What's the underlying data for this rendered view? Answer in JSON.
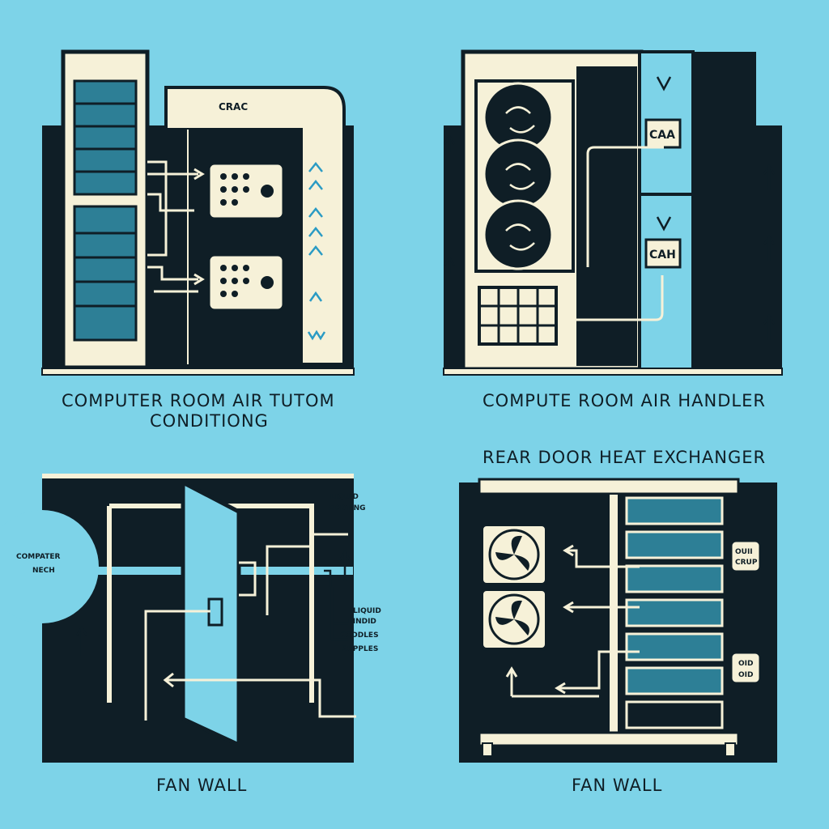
{
  "colors": {
    "background": "#7dd3e8",
    "ink": "#0f1e26",
    "cream": "#f6f1d8",
    "screen": "#2d7f96",
    "accent": "#2a9bc4"
  },
  "panels": [
    {
      "caption_lines": [
        "COMPUTER   ROOM AIR  TUTOM",
        "CONDITIONG"
      ],
      "labels": [
        "CRAC"
      ]
    },
    {
      "caption_lines": [
        "COMPUTE ROOM AIR  HANDLER"
      ],
      "labels": [
        "CAA",
        "CAH"
      ]
    },
    {
      "caption_lines": [
        "FAN WALL"
      ],
      "labels": [
        "COMPATER",
        "NECH",
        "LIQUID",
        "EDDTING",
        "LIQUID",
        "LINDID",
        "CODDLES",
        "SUPPLES"
      ]
    },
    {
      "title": "REAR DOOR  HEAT  EXCHANGER",
      "caption_lines": [
        "FAN  WALL"
      ],
      "labels": [
        "OUII",
        "CRUP",
        "OID",
        "OID"
      ]
    }
  ]
}
